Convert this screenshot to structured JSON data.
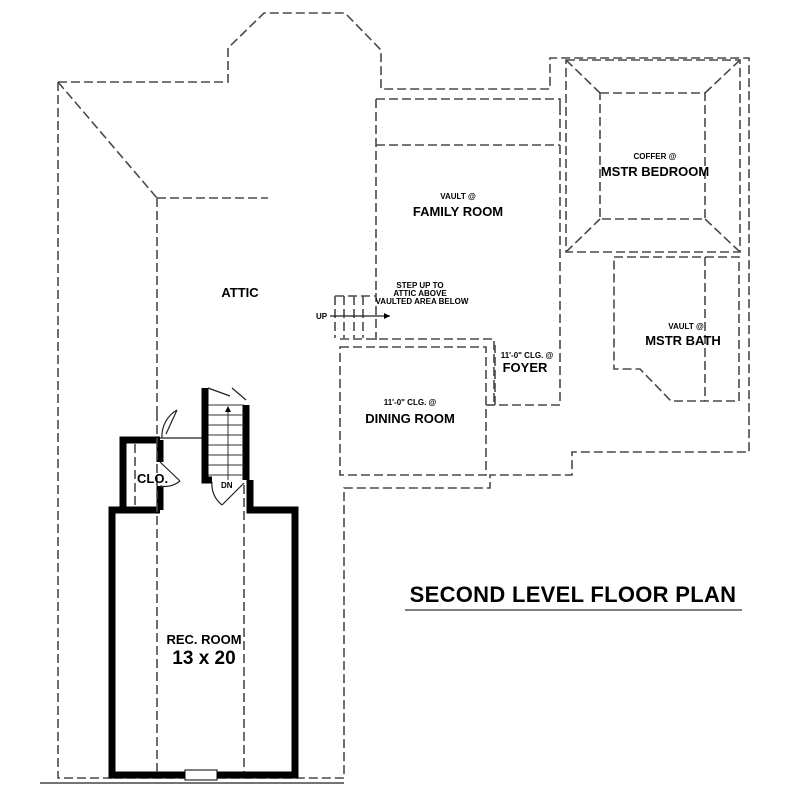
{
  "plan_title": "SECOND LEVEL FLOOR PLAN",
  "rooms": {
    "attic": {
      "name": "ATTIC"
    },
    "family_room": {
      "note": "VAULT @",
      "name": "FAMILY ROOM"
    },
    "master_bedroom": {
      "note": "COFFER @",
      "name": "MSTR BEDROOM"
    },
    "master_bath": {
      "note": "VAULT @",
      "name": "MSTR BATH"
    },
    "foyer": {
      "note": "11'-0\" CLG. @",
      "name": "FOYER"
    },
    "dining_room": {
      "note": "11'-0\" CLG. @",
      "name": "DINING ROOM"
    },
    "closet": {
      "name": "CLO."
    },
    "rec_room": {
      "name": "REC. ROOM",
      "dimensions": "13 x 20"
    }
  },
  "annotations": {
    "step_up_line1": "STEP UP TO",
    "step_up_line2": "ATTIC ABOVE",
    "step_up_line3": "VAULTED AREA BELOW",
    "up_label": "UP",
    "down_label": "DN"
  },
  "colors": {
    "wall": "#000000",
    "dashed_line": "#4a4a4a",
    "background": "#ffffff"
  }
}
